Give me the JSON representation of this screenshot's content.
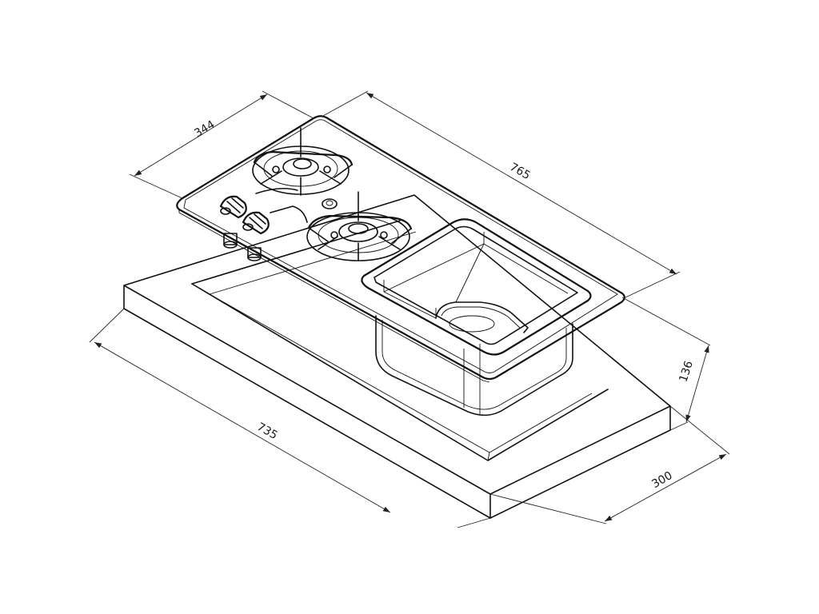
{
  "dimensions": {
    "width_top": "344",
    "length_top": "765",
    "length_base": "735",
    "depth": "136",
    "width_base": "300"
  },
  "colors": {
    "line": "#111111",
    "background": "#ffffff"
  }
}
